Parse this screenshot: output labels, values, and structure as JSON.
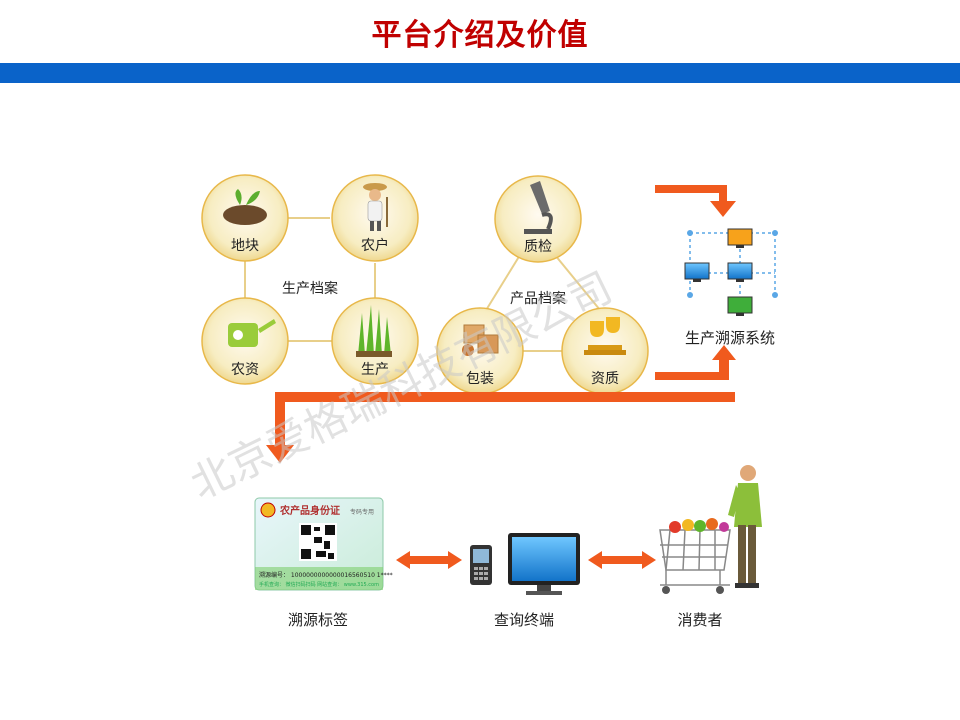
{
  "header": {
    "title": "平台介绍及价值"
  },
  "archive_production": {
    "label": "生产档案",
    "nodes": [
      "地块",
      "农户",
      "农资",
      "生产"
    ]
  },
  "archive_product": {
    "label": "产品档案",
    "nodes": [
      "质检",
      "包装",
      "资质"
    ]
  },
  "system": {
    "label": "生产溯源系统"
  },
  "bottom": {
    "trace_label": "溯源标签",
    "terminal": "查询终端",
    "consumer": "消费者"
  },
  "card": {
    "title": "农产品身份证",
    "stamp": "专码专用",
    "code_line": "溯源编号： 1000000000000016560510 1****",
    "footer": "手机查询： 微信扫码扫码    网站查询： www.315.com"
  },
  "watermark": "北京爱格瑞科技有限公司",
  "colors": {
    "title_red": "#c00000",
    "bar_blue": "#0a63c9",
    "arrow_orange": "#f05a1e",
    "node_fill": "#f7edc2",
    "node_ring": "#e8b84a"
  }
}
